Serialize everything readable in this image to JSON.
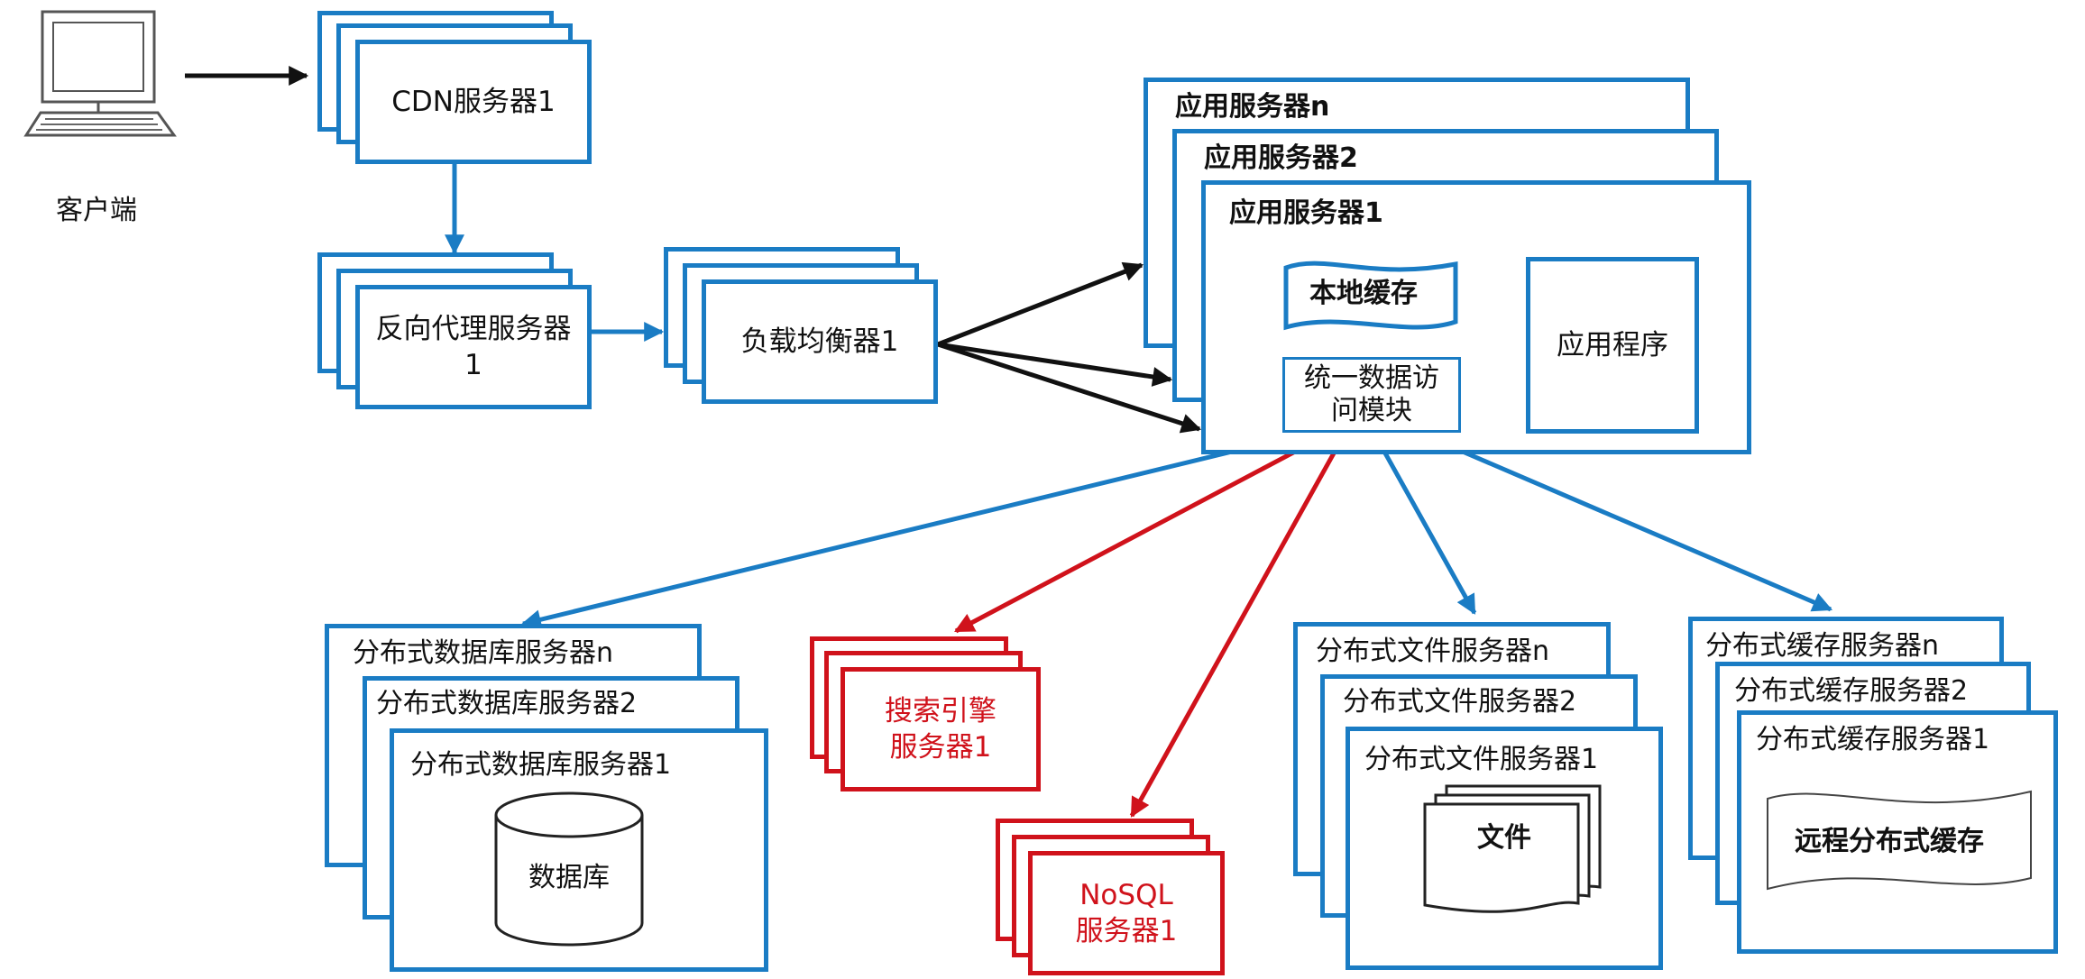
{
  "client": {
    "label": "客户端"
  },
  "cdn": {
    "label": "CDN服务器1"
  },
  "proxy": {
    "label_line1": "反向代理服务器",
    "label_line2": "1"
  },
  "lb": {
    "label": "负载均衡器1"
  },
  "app_servers": {
    "titles": [
      "应用服务器n",
      "应用服务器2",
      "应用服务器1"
    ],
    "local_cache": "本地缓存",
    "app_program": "应用程序",
    "data_access_line1": "统一数据访",
    "data_access_line2": "问模块"
  },
  "db_servers": {
    "titles": [
      "分布式数据库服务器n",
      "分布式数据库服务器2",
      "分布式数据库服务器1"
    ],
    "db_label": "数据库"
  },
  "search": {
    "line1": "搜索引擎",
    "line2": "服务器1"
  },
  "nosql": {
    "line1": "NoSQL",
    "line2": "服务器1"
  },
  "file_servers": {
    "titles": [
      "分布式文件服务器n",
      "分布式文件服务器2",
      "分布式文件服务器1"
    ],
    "file_label": "文件"
  },
  "cache_servers": {
    "titles": [
      "分布式缓存服务器n",
      "分布式缓存服务器2",
      "分布式缓存服务器1"
    ],
    "cache_label": "远程分布式缓存"
  },
  "colors": {
    "blue": "#1a7cc4",
    "red": "#d0121b",
    "black": "#111111"
  }
}
